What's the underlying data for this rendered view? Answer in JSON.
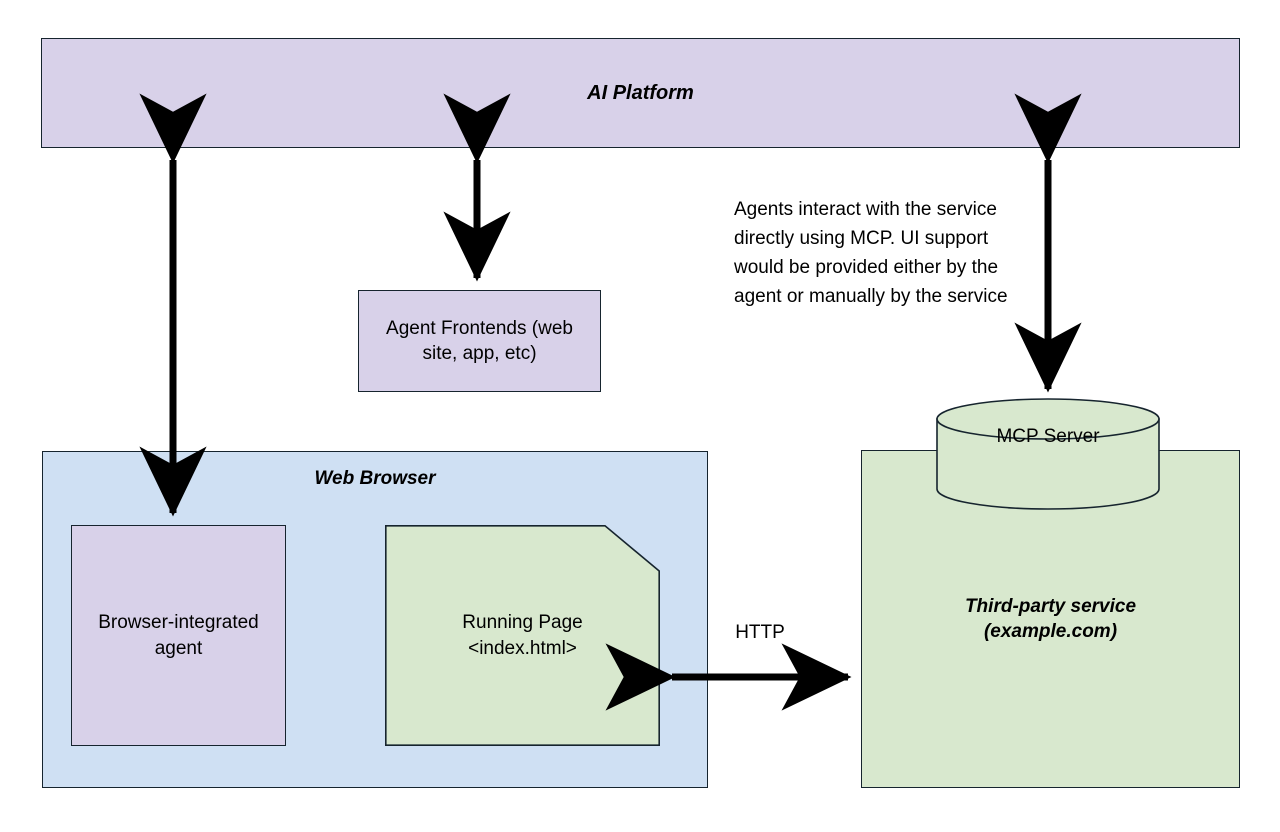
{
  "diagram": {
    "title": "Agent / MCP integration architecture",
    "background": "#ffffff",
    "colors": {
      "purple_fill": "#d8d1e9",
      "blue_fill": "#cfe0f3",
      "green_fill": "#d8e8ce",
      "stroke": "#16242e",
      "arrow": "#000000",
      "text": "#000000"
    }
  },
  "nodes": {
    "ai_platform": {
      "label": "AI Platform",
      "fill": "#d8d1e9",
      "shape": "rectangle"
    },
    "agent_frontends": {
      "label": "Agent Frontends (web site, app, etc)",
      "fill": "#d8d1e9",
      "shape": "rectangle"
    },
    "web_browser": {
      "label": "Web Browser",
      "fill": "#cfe0f3",
      "shape": "rectangle"
    },
    "browser_agent": {
      "label": "Browser-integrated agent",
      "fill": "#d8d1e9",
      "shape": "rectangle"
    },
    "running_page": {
      "label": "Running Page\n<index.html>",
      "fill": "#d8e8ce",
      "shape": "document-folded-corner"
    },
    "third_party": {
      "label": "Third-party service\n(example.com)",
      "fill": "#d8e8ce",
      "shape": "rectangle"
    },
    "mcp_server": {
      "label": "MCP Server",
      "fill": "#d8e8ce",
      "shape": "cylinder"
    }
  },
  "edges": {
    "platform_to_browser_agent": {
      "label": "",
      "direction": "bidirectional",
      "from": "ai_platform",
      "to": "browser_agent"
    },
    "platform_to_agent_frontends": {
      "label": "",
      "direction": "bidirectional",
      "from": "ai_platform",
      "to": "agent_frontends"
    },
    "platform_to_mcp_server": {
      "label": "",
      "direction": "bidirectional",
      "from": "ai_platform",
      "to": "mcp_server"
    },
    "page_to_service": {
      "label": "HTTP",
      "direction": "bidirectional",
      "from": "running_page",
      "to": "third_party"
    }
  },
  "annotations": {
    "mcp_note": "Agents interact with the service directly using MCP. UI support would be provided either by the agent or manually by the service"
  }
}
